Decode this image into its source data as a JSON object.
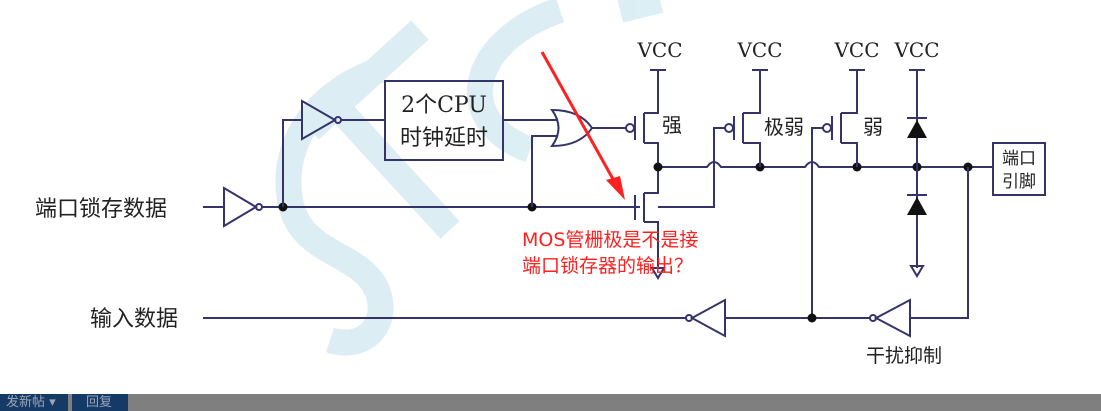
{
  "diagram": {
    "watermark": "STC MCU",
    "labels": {
      "latch_data": "端口锁存数据",
      "input_data": "输入数据",
      "delay_line1": "2个CPU",
      "delay_line2": "时钟延时",
      "vcc1": "VCC",
      "vcc2": "VCC",
      "vcc3": "VCC",
      "vcc4": "VCC",
      "strong": "强",
      "very_weak": "极弱",
      "weak": "弱",
      "pin_line1": "端口",
      "pin_line2": "引脚",
      "interference": "干扰抑制"
    },
    "annotation": {
      "line1": "MOS管栅极是不是接",
      "line2": "端口锁存器的输出？",
      "color": "#ff2020"
    }
  },
  "toolbar": {
    "new_post": "发新帖",
    "dropdown_icon": "▾",
    "reply": "回复"
  }
}
